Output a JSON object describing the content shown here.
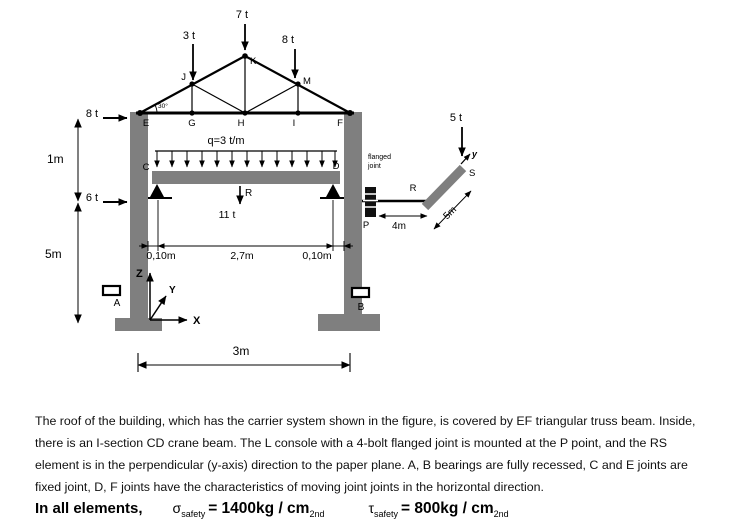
{
  "diagram": {
    "truss": {
      "node_e": "E",
      "node_g": "G",
      "node_h": "H",
      "node_i": "I",
      "node_f": "F",
      "node_j": "J",
      "node_k": "K",
      "node_m": "M",
      "angle": "30°"
    },
    "loads": {
      "p3": "3 t",
      "p7": "7 t",
      "p8_roof": "8 t",
      "p8_col": "8 t",
      "p6": "6 t",
      "p5": "5 t",
      "q": "q=3 t/m",
      "crane_r": "R",
      "p11": "11 t"
    },
    "points": {
      "a": "A",
      "b": "B",
      "c": "C",
      "d": "D",
      "p": "P",
      "r": "R",
      "s": "S"
    },
    "flanged_joint": {
      "line1": "flanged",
      "line2": "joint"
    },
    "axes": {
      "x": "X",
      "y": "Y",
      "z": "Z",
      "y_local": "y"
    },
    "dims": {
      "h1": "1m",
      "h5": "5m",
      "left_010": "0,10m",
      "mid_27": "2,7m",
      "right_010": "0,10m",
      "base_3": "3m",
      "console_4": "4m",
      "rs_5": "5m"
    }
  },
  "description": {
    "paragraph": "The roof of the building, which has the carrier system shown in the figure, is covered by EF triangular truss beam. Inside, there is an I-section CD crane beam. The L console with a 4-bolt flanged joint is mounted at the P point, and the RS element is in the perpendicular (y-axis) direction to the paper plane. A, B bearings are fully recessed, C and E joints are fixed joint, D, F joints have the characteristics of moving joint joints in the horizontal direction."
  },
  "formula": {
    "prefix": "In all elements,",
    "sigma_symbol": "σ",
    "sigma_sub": "safety",
    "sigma_value": "= 1400kg / cm",
    "sigma_exp": "2nd",
    "tau_symbol": "τ",
    "tau_sub": "safety",
    "tau_value": "= 800kg / cm",
    "tau_exp": "2nd"
  }
}
